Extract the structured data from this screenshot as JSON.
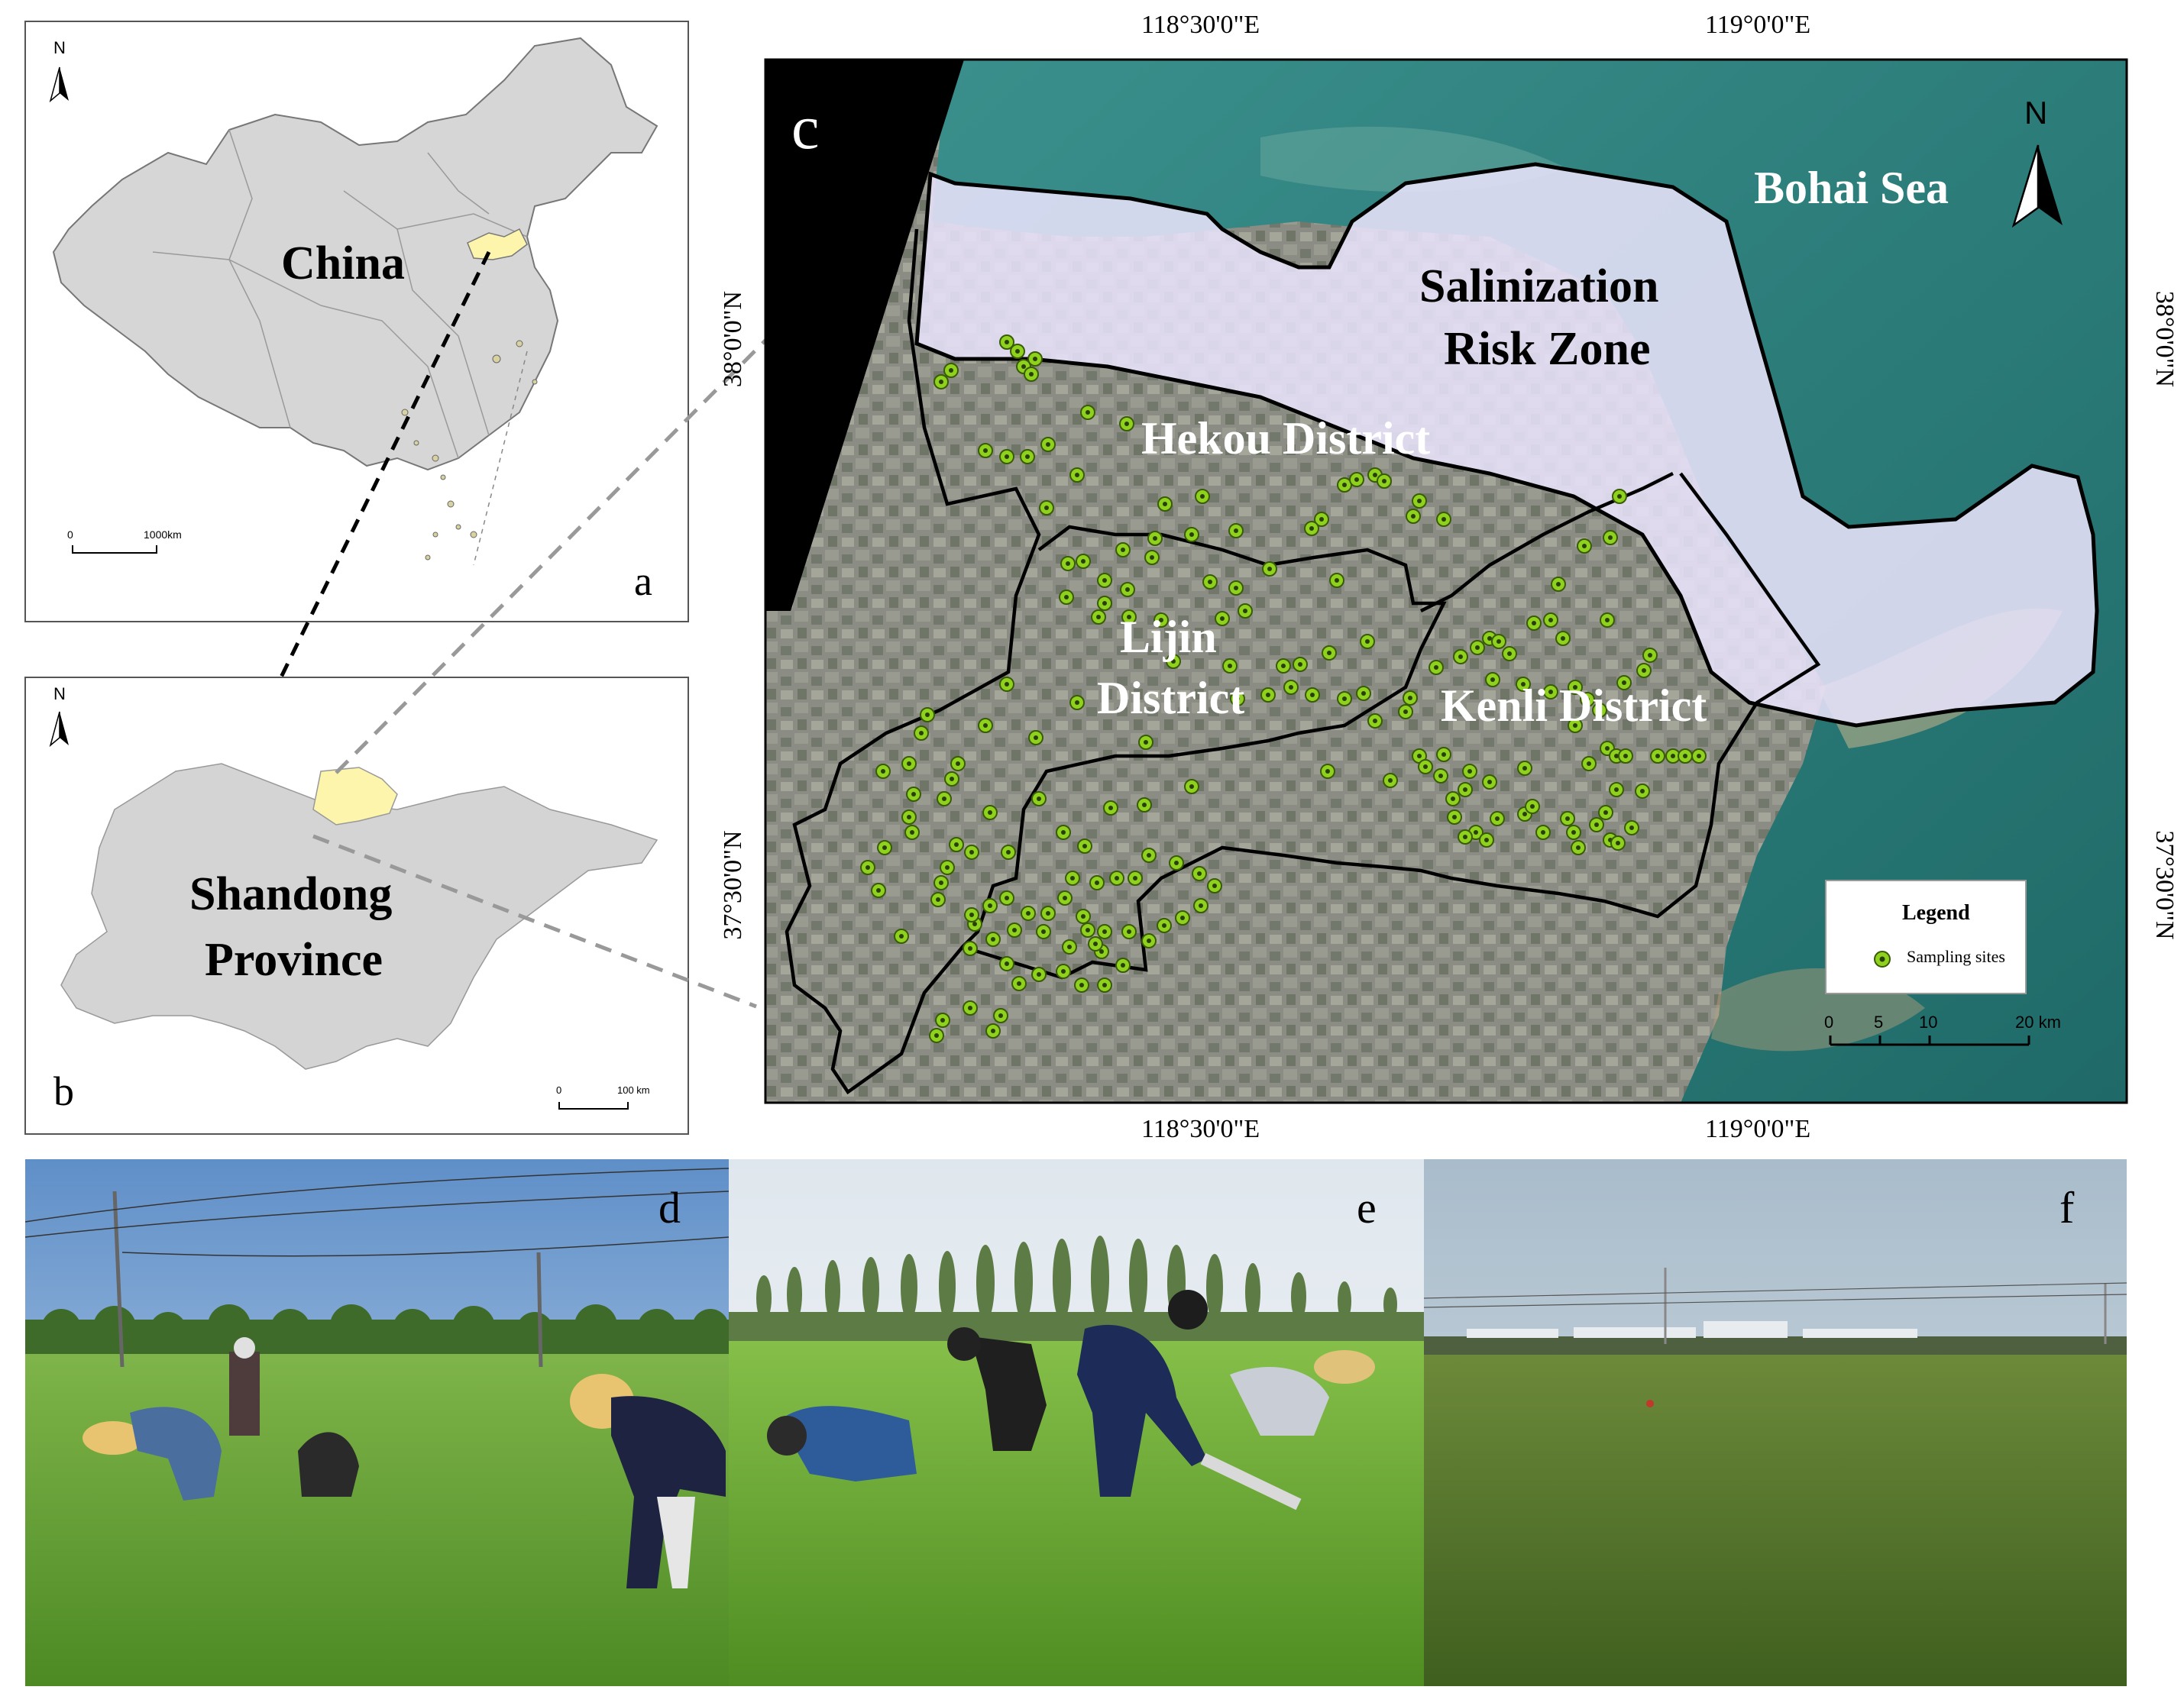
{
  "panel_a": {
    "letter": "a",
    "north": "N",
    "label_country": "China",
    "scale": {
      "zero": "0",
      "end": "1000km"
    }
  },
  "panel_b": {
    "letter": "b",
    "north": "N",
    "label_province_line1": "Shandong",
    "label_province_line2": "Province",
    "scale": {
      "zero": "0",
      "end": "100 km"
    }
  },
  "panel_c": {
    "letter": "c",
    "north": "N",
    "coords": {
      "top_left": "118°30'0\"E",
      "top_right": "119°0'0\"E",
      "bottom_left": "118°30'0\"E",
      "bottom_right": "119°0'0\"E",
      "left_upper": "38°0'0\"N",
      "left_lower": "37°30'0\"N",
      "right_upper": "38°0'0\"N",
      "right_lower": "37°30'0\"N"
    },
    "labels": {
      "sea": "Bohai Sea",
      "risk_line1": "Salinization",
      "risk_line2": "Risk Zone",
      "hekou": "Hekou District",
      "lijin_line1": "Lijin",
      "lijin_line2": "District",
      "kenli": "Kenli District"
    },
    "legend": {
      "title": "Legend",
      "item": "Sampling sites"
    },
    "scale": {
      "t0": "0",
      "t5": "5",
      "t10": "10",
      "t20": "20 km"
    },
    "colors": {
      "site": "#8fd21e",
      "risk_zone": "#e6e0f8",
      "sea": "#2a7c7a",
      "land": "#8d8f86"
    }
  },
  "photos": {
    "d": "d",
    "e": "e",
    "f": "f"
  }
}
